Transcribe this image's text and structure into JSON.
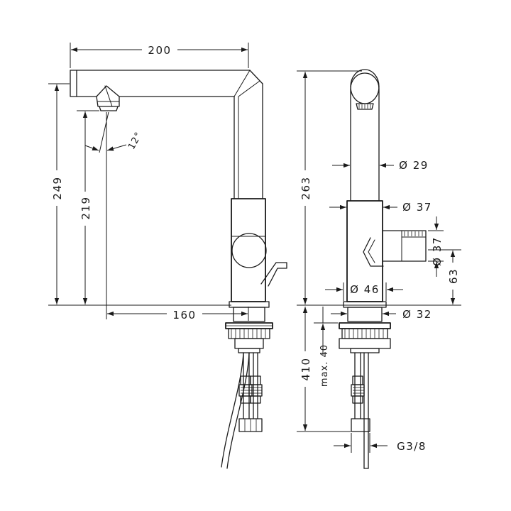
{
  "dimensions": {
    "spout_reach": "200",
    "spout_height_total": "249",
    "outlet_height": "219",
    "spray_angle": "12°",
    "projection": "160",
    "side_height": "263",
    "dia_spout": "Ø 29",
    "dia_body": "Ø 37",
    "dia_lever": "Ø 37",
    "lever_height": "63",
    "dia_base": "Ø 46",
    "dia_shank": "Ø 32",
    "hose_length": "410",
    "max_thickness": "max. 40",
    "connection_thread": "G3/8"
  }
}
